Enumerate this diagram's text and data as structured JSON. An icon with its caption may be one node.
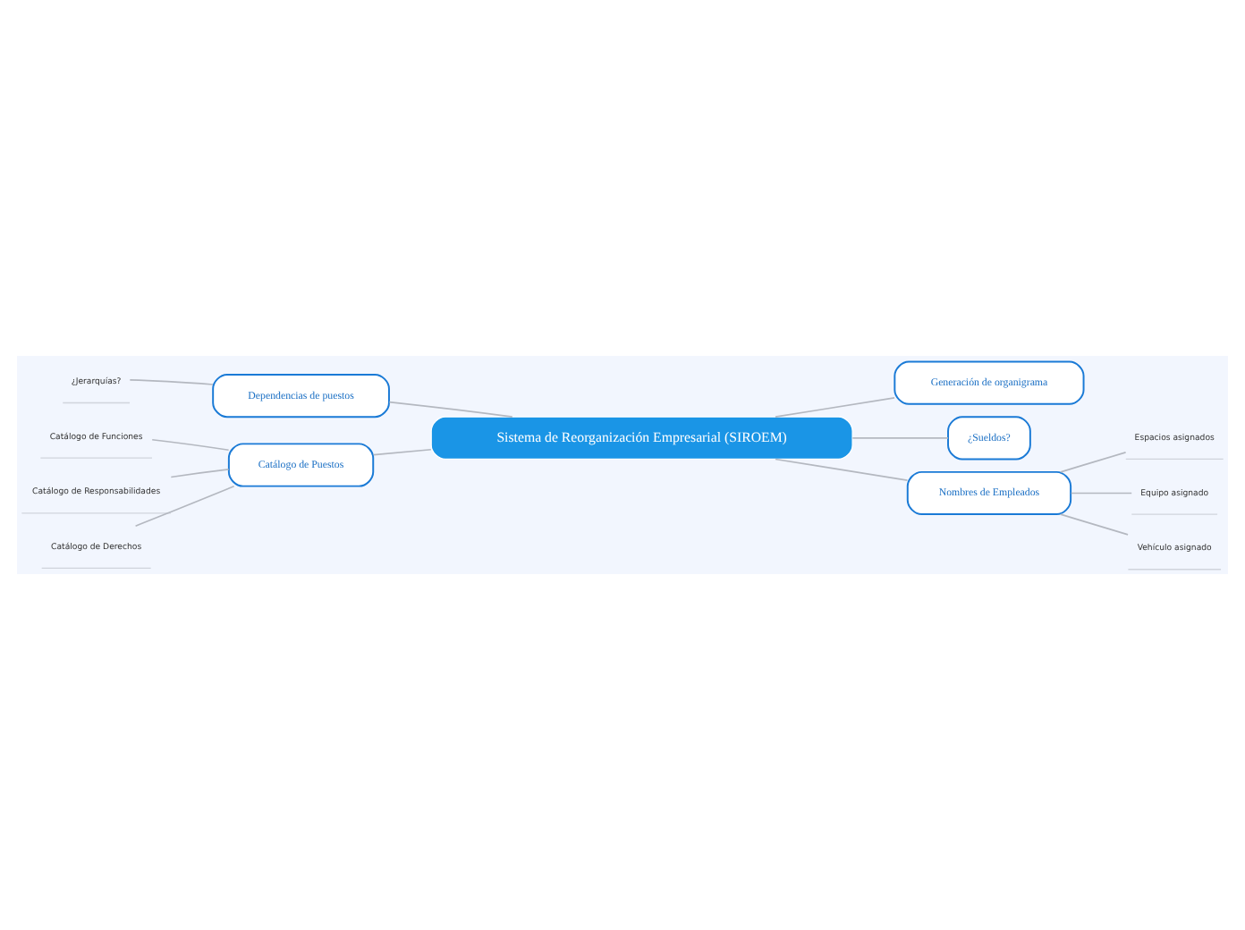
{
  "diagram": {
    "nodes": [
      {
        "text": [
          "Sistema de Reorganización Empresarial (SIROEM)"
        ]
      },
      {
        "text": [
          "Generación de organigrama"
        ]
      },
      {
        "text": [
          "¿Sueldos?"
        ]
      },
      {
        "text": [
          "Dependencias de puestos"
        ]
      },
      {
        "text": [
          "¿Jerarquías?"
        ]
      },
      {
        "text": [
          "Catálogo de Puestos"
        ]
      },
      {
        "text": [
          "Catálogo de Funciones"
        ]
      },
      {
        "text": [
          "Catálogo de Responsabilidades"
        ]
      },
      {
        "text": [
          "Catálogo de Derechos"
        ]
      },
      {
        "text": [
          "Nombres de Empleados"
        ]
      },
      {
        "text": [
          "Espacios asignados"
        ]
      },
      {
        "text": [
          "Equipo asignado"
        ]
      },
      {
        "text": [
          "Vehículo asignado"
        ]
      }
    ],
    "edges": [
      {
        "from": 0,
        "to": 1,
        "arrow": "none"
      },
      {
        "from": 0,
        "to": 2,
        "arrow": "none"
      },
      {
        "from": 0,
        "to": 3,
        "arrow": "none"
      },
      {
        "from": 3,
        "to": 4,
        "arrow": "none"
      },
      {
        "from": 0,
        "to": 5,
        "arrow": "none"
      },
      {
        "from": 5,
        "to": 6,
        "arrow": "none"
      },
      {
        "from": 5,
        "to": 7,
        "arrow": "none"
      },
      {
        "from": 5,
        "to": 8,
        "arrow": "none"
      },
      {
        "from": 0,
        "to": 9,
        "arrow": "none"
      },
      {
        "from": 9,
        "to": 10,
        "arrow": "none"
      },
      {
        "from": 9,
        "to": 11,
        "arrow": "none"
      },
      {
        "from": 9,
        "to": 12,
        "arrow": "none"
      }
    ]
  }
}
